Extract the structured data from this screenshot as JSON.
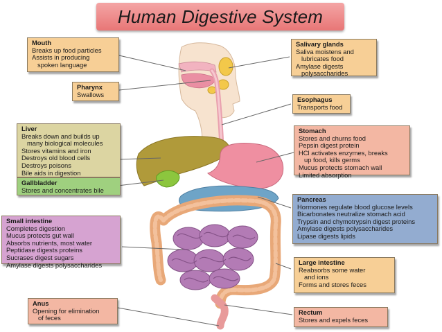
{
  "title": "Human Digestive System",
  "colors": {
    "title_bar": "#ea7f7f",
    "orange_box": "#f7cf96",
    "liver_box": "#dcd5a2",
    "gallbladder_box": "#9fd07f",
    "small_intestine_box": "#d6a3d1",
    "stomach_box": "#f3b7a3",
    "pancreas_box": "#93acd0",
    "leader_line": "#666666"
  },
  "labels": {
    "mouth": {
      "name": "Mouth",
      "lines": [
        "Breaks up food particles",
        "Assists in producing",
        "spoken language"
      ]
    },
    "pharynx": {
      "name": "Pharynx",
      "lines": [
        "Swallows"
      ]
    },
    "liver": {
      "name": "Liver",
      "lines": [
        "Breaks down and builds up",
        "many biological molecules",
        "Stores vitamins and iron",
        "Destroys old blood cells",
        "Destroys poisons",
        "Bile aids in digestion"
      ]
    },
    "gallbladder": {
      "name": "Gallbladder",
      "lines": [
        "Stores and concentrates bile"
      ]
    },
    "small_intestine": {
      "name": "Small intestine",
      "lines": [
        "Completes digestion",
        "Mucus protects gut wall",
        "Absorbs nutrients, most water",
        "Peptidase digests proteins",
        "Sucrases digest sugars",
        "Amylase digests polysaccharides"
      ]
    },
    "anus": {
      "name": "Anus",
      "lines": [
        "Opening for elimination",
        "of feces"
      ]
    },
    "salivary_glands": {
      "name": "Salivary glands",
      "lines": [
        "Saliva moistens and",
        "lubricates food",
        "Amylase digests",
        "polysaccharides"
      ]
    },
    "esophagus": {
      "name": "Esophagus",
      "lines": [
        "Transports food"
      ]
    },
    "stomach": {
      "name": "Stomach",
      "lines": [
        "Stores and churns food",
        "Pepsin digest protein",
        "HCl activates enzymes, breaks",
        "up food, kills germs",
        "Mucus protects stomach wall",
        "Limited absorption"
      ]
    },
    "pancreas": {
      "name": "Pancreas",
      "lines": [
        "Hormones regulate blood glucose levels",
        "Bicarbonates neutralize stomach acid",
        "Trypsin and chymotrypsin digest proteins",
        "Amylase digests polysaccharides",
        "Lipase digests lipids"
      ]
    },
    "large_intestine": {
      "name": "Large intestine",
      "lines": [
        "Reabsorbs some water",
        "and ions",
        "Forms and stores feces"
      ]
    },
    "rectum": {
      "name": "Rectum",
      "lines": [
        "Stores and expels feces"
      ]
    }
  }
}
